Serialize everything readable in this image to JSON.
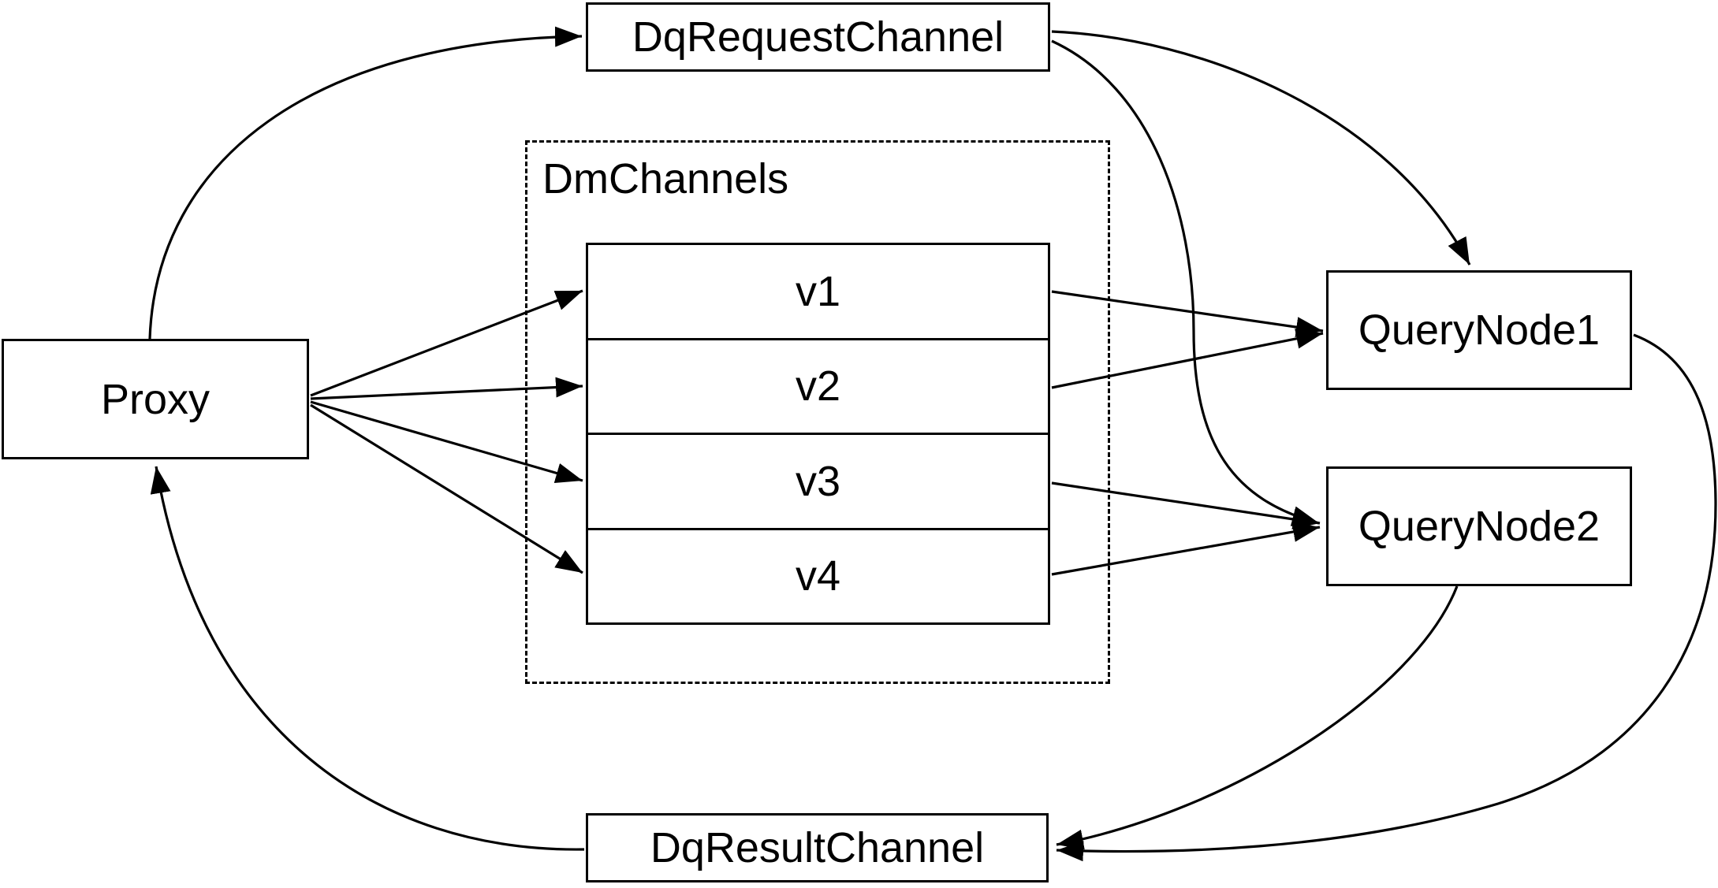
{
  "diagram": {
    "background_color": "#ffffff",
    "stroke_color": "#000000",
    "nodes": {
      "proxy": "Proxy",
      "request_channel": "DqRequestChannel",
      "result_channel": "DqResultChannel",
      "dm_channels_group": "DmChannels",
      "channels": [
        "v1",
        "v2",
        "v3",
        "v4"
      ],
      "query_node_1": "QueryNode1",
      "query_node_2": "QueryNode2"
    },
    "edges": [
      {
        "from": "Proxy",
        "to": "DqRequestChannel"
      },
      {
        "from": "DqRequestChannel",
        "to": "QueryNode1"
      },
      {
        "from": "DqRequestChannel",
        "to": "QueryNode2"
      },
      {
        "from": "Proxy",
        "to": "v1"
      },
      {
        "from": "Proxy",
        "to": "v2"
      },
      {
        "from": "Proxy",
        "to": "v3"
      },
      {
        "from": "Proxy",
        "to": "v4"
      },
      {
        "from": "v1",
        "to": "QueryNode1"
      },
      {
        "from": "v2",
        "to": "QueryNode1"
      },
      {
        "from": "v3",
        "to": "QueryNode2"
      },
      {
        "from": "v4",
        "to": "QueryNode2"
      },
      {
        "from": "QueryNode1",
        "to": "DqResultChannel"
      },
      {
        "from": "QueryNode2",
        "to": "DqResultChannel"
      },
      {
        "from": "DqResultChannel",
        "to": "Proxy"
      }
    ]
  }
}
